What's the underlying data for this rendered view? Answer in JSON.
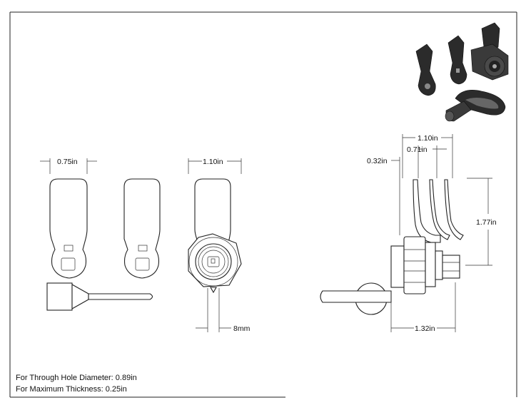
{
  "dimensions": {
    "flag_width": "0.75in",
    "front_width": "1.10in",
    "cam_gap": "8mm",
    "side_overall_width": "1.10in",
    "side_arm_span": "0.71in",
    "side_offset": "0.32in",
    "side_height": "1.77in",
    "side_base_width": "1.32in"
  },
  "notes": {
    "hole_diameter": "For Through Hole Diameter: 0.89in",
    "max_thickness": "For Maximum Thickness: 0.25in"
  },
  "colors": {
    "line": "#222222",
    "render_dark": "#2b2b2b",
    "render_mid": "#4a4a4a"
  }
}
